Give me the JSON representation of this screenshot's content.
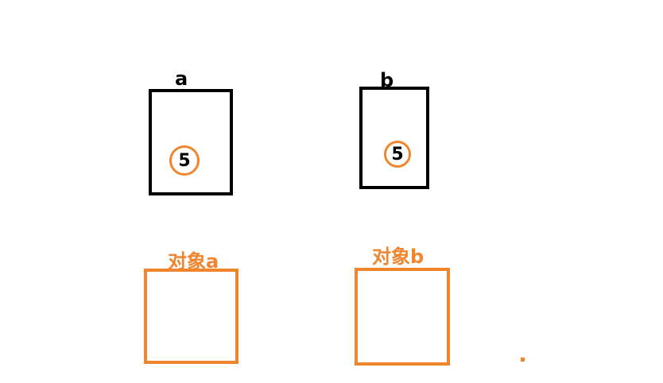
{
  "variables": {
    "a": {
      "name": "a",
      "value": "5"
    },
    "b": {
      "name": "b",
      "value": "5"
    }
  },
  "objects": {
    "a": {
      "label": "对象a"
    },
    "b": {
      "label": "对象b"
    }
  },
  "colors": {
    "variable_box": "#000000",
    "object_box": "#f0852d",
    "value_circle": "#f0852d"
  }
}
